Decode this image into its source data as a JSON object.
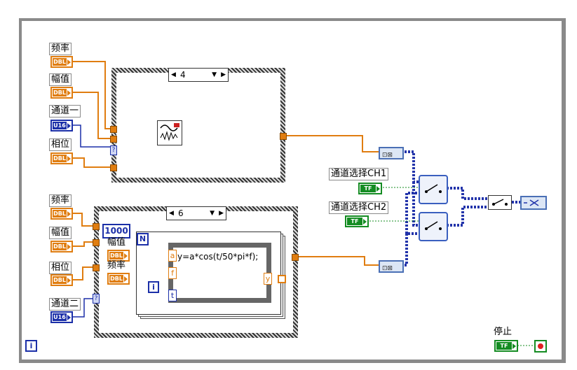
{
  "top_case": {
    "controls": [
      {
        "label": "频率",
        "type": "DBL"
      },
      {
        "label": "幅值",
        "type": "DBL"
      },
      {
        "label": "通道一",
        "type": "U16"
      },
      {
        "label": "相位",
        "type": "DBL"
      }
    ],
    "case_selector": "4"
  },
  "bottom_case": {
    "controls": [
      {
        "label": "频率",
        "type": "DBL"
      },
      {
        "label": "幅值",
        "type": "DBL"
      },
      {
        "label": "相位",
        "type": "DBL"
      },
      {
        "label": "通道二",
        "type": "U16"
      }
    ],
    "case_selector": "6",
    "loop_count": "1000",
    "loop_n": "N",
    "inner_controls": [
      {
        "label": "幅值",
        "type": "DBL"
      },
      {
        "label": "频率",
        "type": "DBL"
      }
    ],
    "formula": "y=a*cos(t/50*pi*f);",
    "formula_inputs": [
      "a",
      "f",
      "t"
    ],
    "formula_output": "y",
    "iteration": "i"
  },
  "selectors": [
    {
      "label": "通道选择CH1",
      "type": "TF"
    },
    {
      "label": "通道选择CH2",
      "type": "TF"
    }
  ],
  "stop": {
    "label": "停止",
    "type": "TF"
  },
  "diagram_iteration": "i",
  "colors": {
    "dbl": "#e07d10",
    "u16": "#1b2fa8",
    "bool": "#148c22",
    "cluster": "#2233aa"
  }
}
